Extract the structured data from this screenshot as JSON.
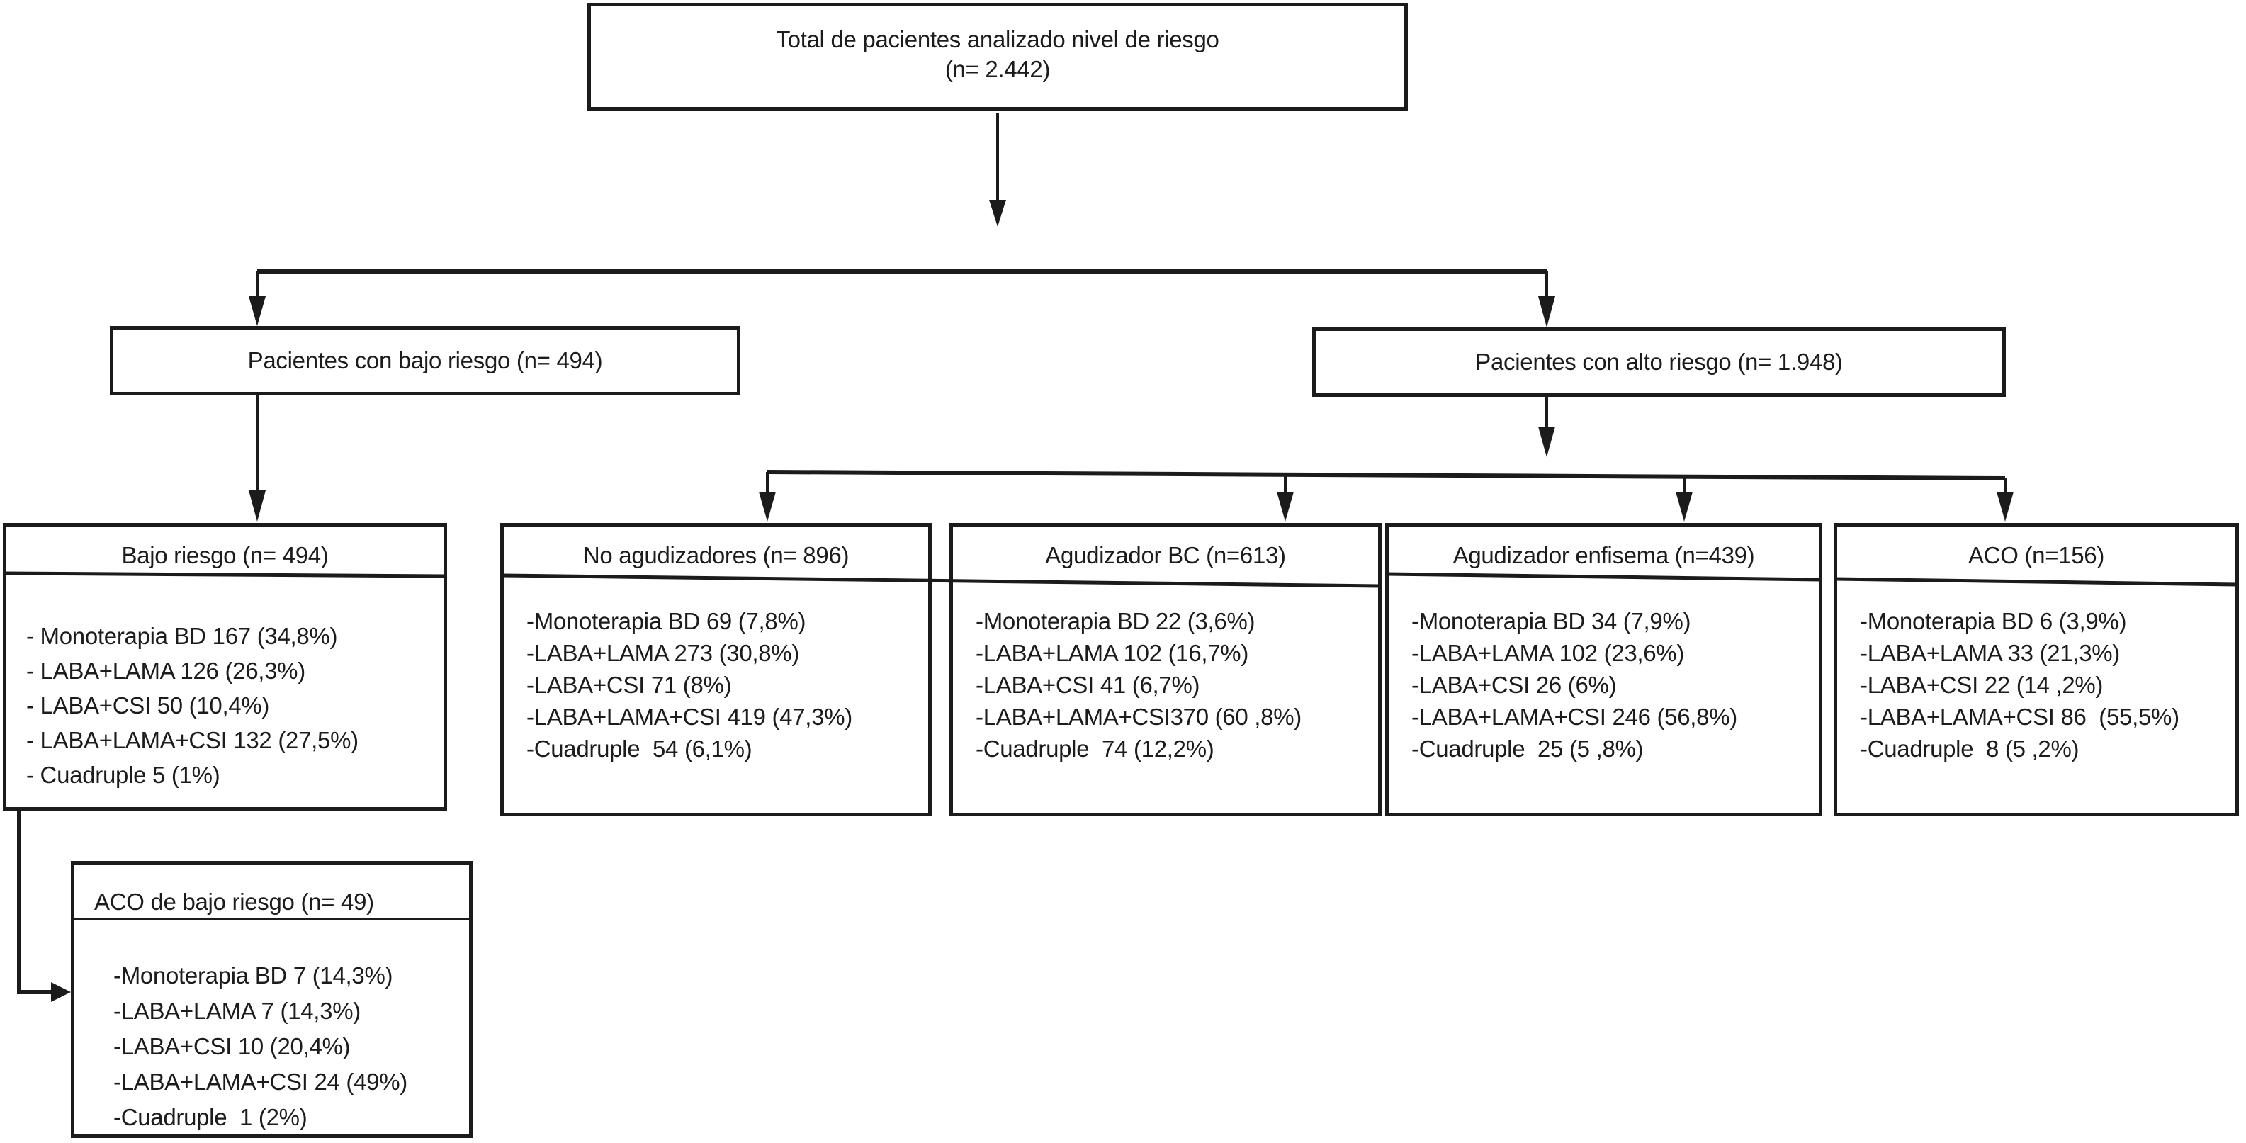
{
  "diagram": {
    "title_box": {
      "line1": "Total de pacientes analizado nivel de riesgo",
      "line2": "(n= 2.442)"
    },
    "level2": {
      "low_risk_label": "Pacientes con bajo riesgo (n= 494)",
      "high_risk_label": "Pacientes con alto riesgo (n= 1.948)"
    },
    "boxes": {
      "bajo_riesgo": {
        "header": "Bajo riesgo (n= 494)",
        "items": [
          "- Monoterapia BD 167 (34,8%)",
          "- LABA+LAMA 126 (26,3%)",
          "- LABA+CSI 50 (10,4%)",
          "- LABA+LAMA+CSI 132 (27,5%)",
          "- Cuadruple 5 (1%)"
        ]
      },
      "no_agudizadores": {
        "header": "No agudizadores (n= 896)",
        "items": [
          "-Monoterapia BD 69 (7,8%)",
          "-LABA+LAMA 273 (30,8%)",
          "-LABA+CSI 71 (8%)",
          "-LABA+LAMA+CSI 419 (47,3%)",
          "-Cuadruple  54 (6,1%)"
        ]
      },
      "agudizador_bc": {
        "header": "Agudizador BC (n=613)",
        "items": [
          "-Monoterapia BD 22 (3,6%)",
          "-LABA+LAMA 102 (16,7%)",
          "-LABA+CSI 41 (6,7%)",
          "-LABA+LAMA+CSI370 (60 ,8%)",
          "-Cuadruple  74 (12,2%)"
        ]
      },
      "agudizador_enfisema": {
        "header": "Agudizador enfisema (n=439)",
        "items": [
          "-Monoterapia BD 34 (7,9%)",
          "-LABA+LAMA 102 (23,6%)",
          "-LABA+CSI 26 (6%)",
          "-LABA+LAMA+CSI 246 (56,8%)",
          "-Cuadruple  25 (5 ,8%)"
        ]
      },
      "aco": {
        "header": "ACO (n=156)",
        "items": [
          "-Monoterapia BD 6 (3,9%)",
          "-LABA+LAMA 33 (21,3%)",
          "-LABA+CSI 22 (14 ,2%)",
          "-LABA+LAMA+CSI 86  (55,5%)",
          "-Cuadruple  8 (5 ,2%)"
        ]
      },
      "aco_bajo_riesgo": {
        "header": "ACO de bajo riesgo (n= 49)",
        "items": [
          "-Monoterapia BD 7 (14,3%)",
          "-LABA+LAMA 7 (14,3%)",
          "-LABA+CSI 10 (20,4%)",
          "-LABA+LAMA+CSI 24 (49%)",
          "-Cuadruple  1 (2%)"
        ]
      }
    },
    "colors": {
      "line": "#1b1b1b",
      "text": "#1c1c1c",
      "background": "#ffffff"
    }
  }
}
